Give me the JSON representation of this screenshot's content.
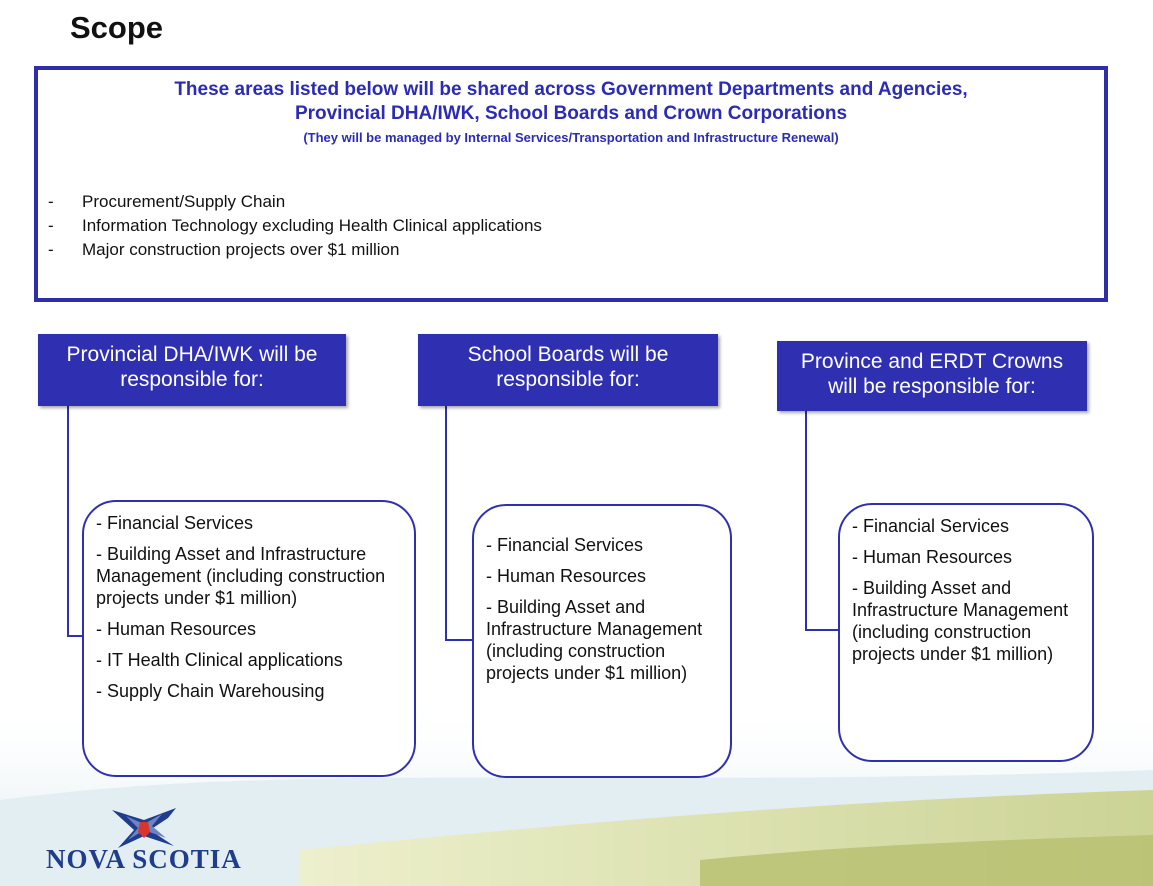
{
  "page": {
    "title": "Scope"
  },
  "shared_areas": {
    "heading_line1": "These areas listed below will be shared across Government Departments and Agencies,",
    "heading_line2": "Provincial DHA/IWK, School Boards and Crown Corporations",
    "note": "(They will be managed by Internal Services/Transportation and Infrastructure Renewal)",
    "items": [
      "Procurement/Supply Chain",
      "Information Technology excluding  Health Clinical applications",
      "Major construction  projects over $1 million"
    ]
  },
  "columns": [
    {
      "header_line1": "Provincial DHA/IWK  will be",
      "header_line2": "responsible for:",
      "items": [
        "- Financial Services",
        "- Building Asset and Infrastructure Management (including construction projects under $1 million)",
        "- Human Resources",
        "- IT Health Clinical applications",
        "- Supply Chain Warehousing"
      ]
    },
    {
      "header_line1": "School Boards will be",
      "header_line2": "responsible for:",
      "items": [
        "- Financial Services",
        "- Human Resources",
        "- Building  Asset and Infrastructure Management (including construction  projects under  $1 million)"
      ]
    },
    {
      "header_line1": "Province and ERDT Crowns",
      "header_line2": "will be responsible for:",
      "items": [
        "- Financial Services",
        "- Human Resources",
        "- Building Asset and Infrastructure Management (including construction projects under $1 million)"
      ]
    }
  ],
  "logo": {
    "text": "NOVA SCOTIA",
    "icon": "saltire-flag-icon",
    "color": "#1f3d8c"
  },
  "colors": {
    "accent": "#2f2fb2",
    "heading_text": "#2b2bb5"
  }
}
